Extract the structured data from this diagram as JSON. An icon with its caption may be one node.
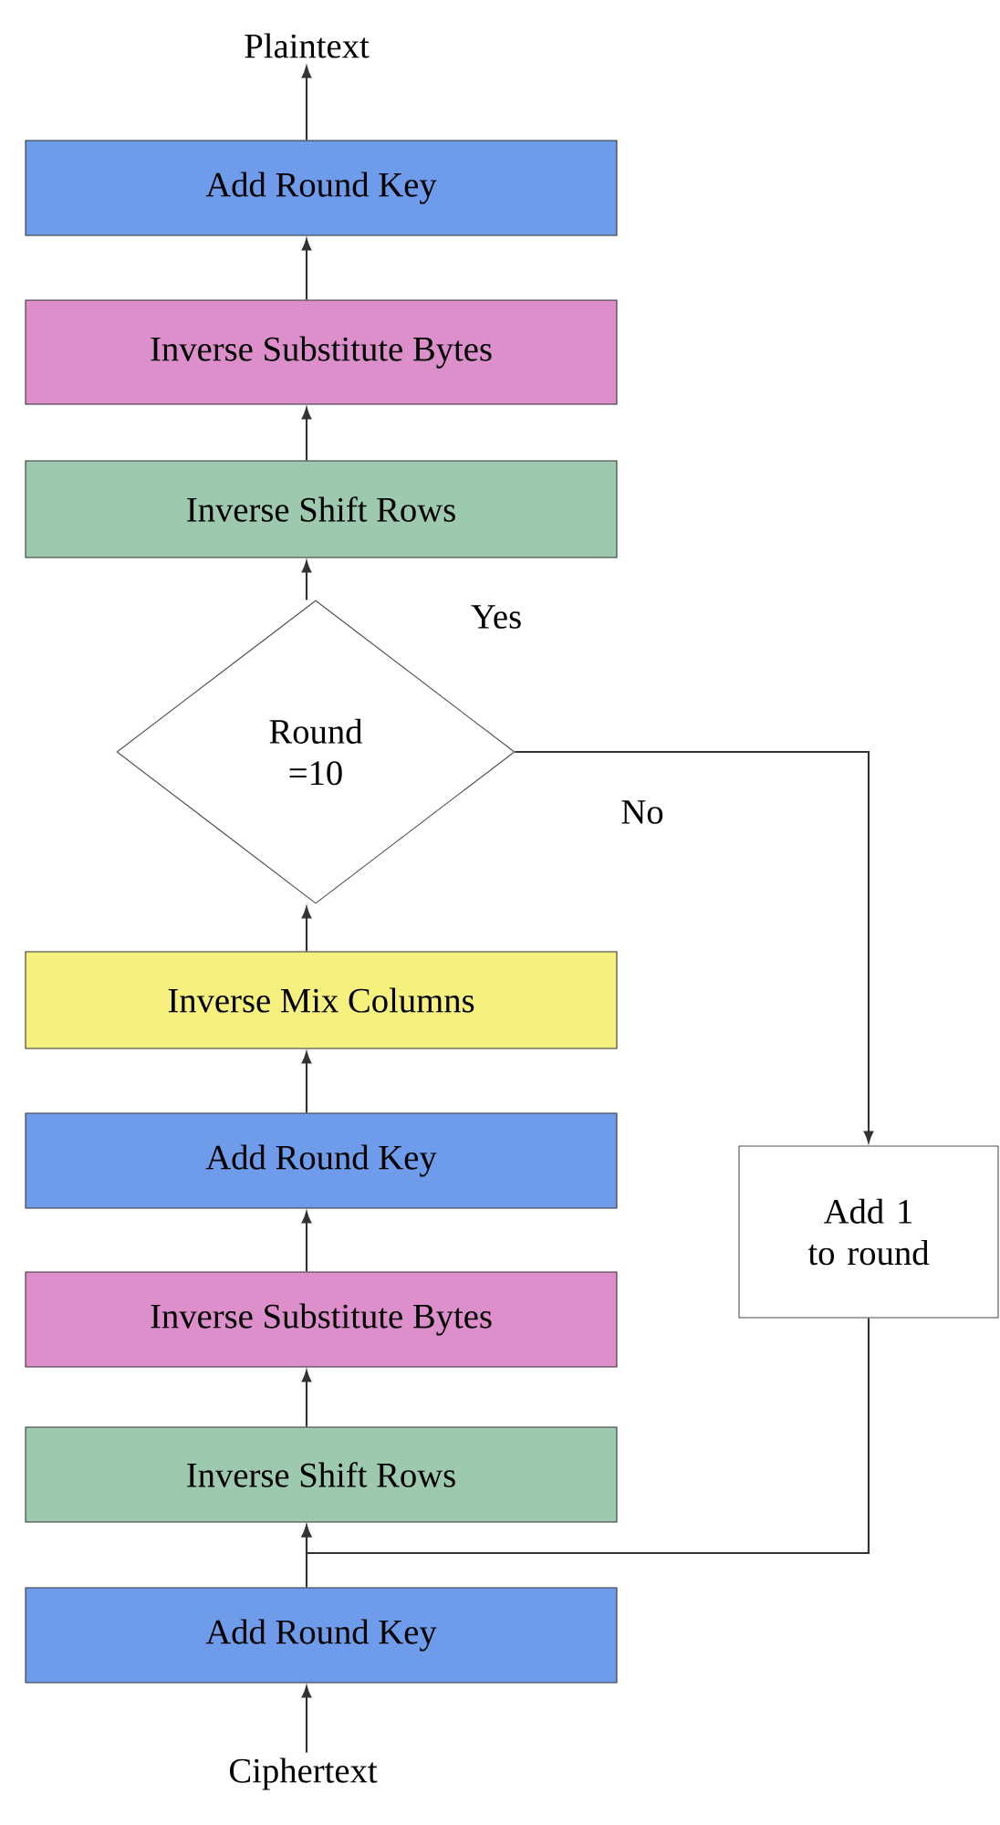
{
  "diagram": {
    "nodes": [
      {
        "text": [
          "Plaintext"
        ]
      },
      {
        "text": [
          "Add Round Key"
        ]
      },
      {
        "text": [
          "Inverse Substitute Bytes"
        ]
      },
      {
        "text": [
          "Inverse Shift Rows"
        ]
      },
      {
        "text": [
          "Round =10"
        ]
      },
      {
        "text": [
          "Inverse Mix Columns"
        ]
      },
      {
        "text": [
          "Add Round Key"
        ]
      },
      {
        "text": [
          "Inverse Substitute Bytes"
        ]
      },
      {
        "text": [
          "Inverse Shift Rows"
        ]
      },
      {
        "text": [
          "Add 1 to round"
        ]
      },
      {
        "text": [
          "Add Round Key"
        ]
      },
      {
        "text": [
          "Ciphertext"
        ]
      }
    ],
    "edges": [
      {
        "from": 11,
        "to": 10,
        "arrow": "to"
      },
      {
        "from": 10,
        "to": 8,
        "arrow": "to"
      },
      {
        "from": 9,
        "to": 8,
        "arrow": "to"
      },
      {
        "from": 8,
        "to": 7,
        "arrow": "to"
      },
      {
        "from": 7,
        "to": 6,
        "arrow": "to"
      },
      {
        "from": 6,
        "to": 5,
        "arrow": "to"
      },
      {
        "from": 5,
        "to": 4,
        "arrow": "to"
      },
      {
        "from": 4,
        "to": 3,
        "label": "Yes",
        "arrow": "to"
      },
      {
        "from": 4,
        "to": 9,
        "label": "No",
        "arrow": "to"
      },
      {
        "from": 3,
        "to": 2,
        "arrow": "to"
      },
      {
        "from": 2,
        "to": 1,
        "arrow": "to"
      },
      {
        "from": 1,
        "to": 0,
        "arrow": "to"
      }
    ]
  }
}
